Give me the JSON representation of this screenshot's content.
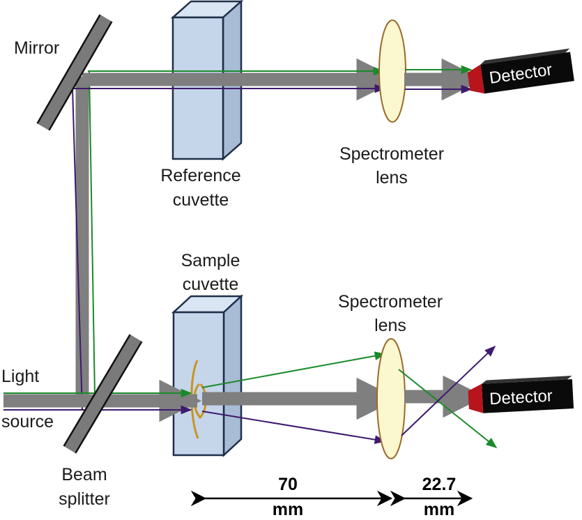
{
  "labels": {
    "mirror": "Mirror",
    "reference_cuvette_l1": "Reference",
    "reference_cuvette_l2": "cuvette",
    "spectrometer_lens_top_l1": "Spectrometer",
    "spectrometer_lens_top_l2": "lens",
    "sample_cuvette_l1": "Sample",
    "sample_cuvette_l2": "cuvette",
    "spectrometer_lens_bottom_l1": "Spectrometer",
    "spectrometer_lens_bottom_l2": "lens",
    "light_source_l1": "Light",
    "light_source_l2": "source",
    "beam_splitter_l1": "Beam",
    "beam_splitter_l2": "splitter",
    "detector_top": "Detector",
    "detector_bottom": "Detector"
  },
  "dimensions": {
    "cuvette_to_lens_value": "70",
    "cuvette_to_lens_unit": "mm",
    "lens_to_detector_value": "22.7",
    "lens_to_detector_unit": "mm"
  },
  "colors": {
    "beam": "#7f7f7f",
    "green_ray": "#1a8a2a",
    "purple_ray": "#3d1a6e",
    "cuvette_fill": "#c5d6ea",
    "cuvette_edge": "#1f2f4a",
    "lens_fill": "#fbf7cf",
    "lens_edge": "#9a6a2a",
    "detector_body": "#0a0a0a",
    "detector_tip": "#b8141c",
    "sample_curve": "#c89420"
  }
}
